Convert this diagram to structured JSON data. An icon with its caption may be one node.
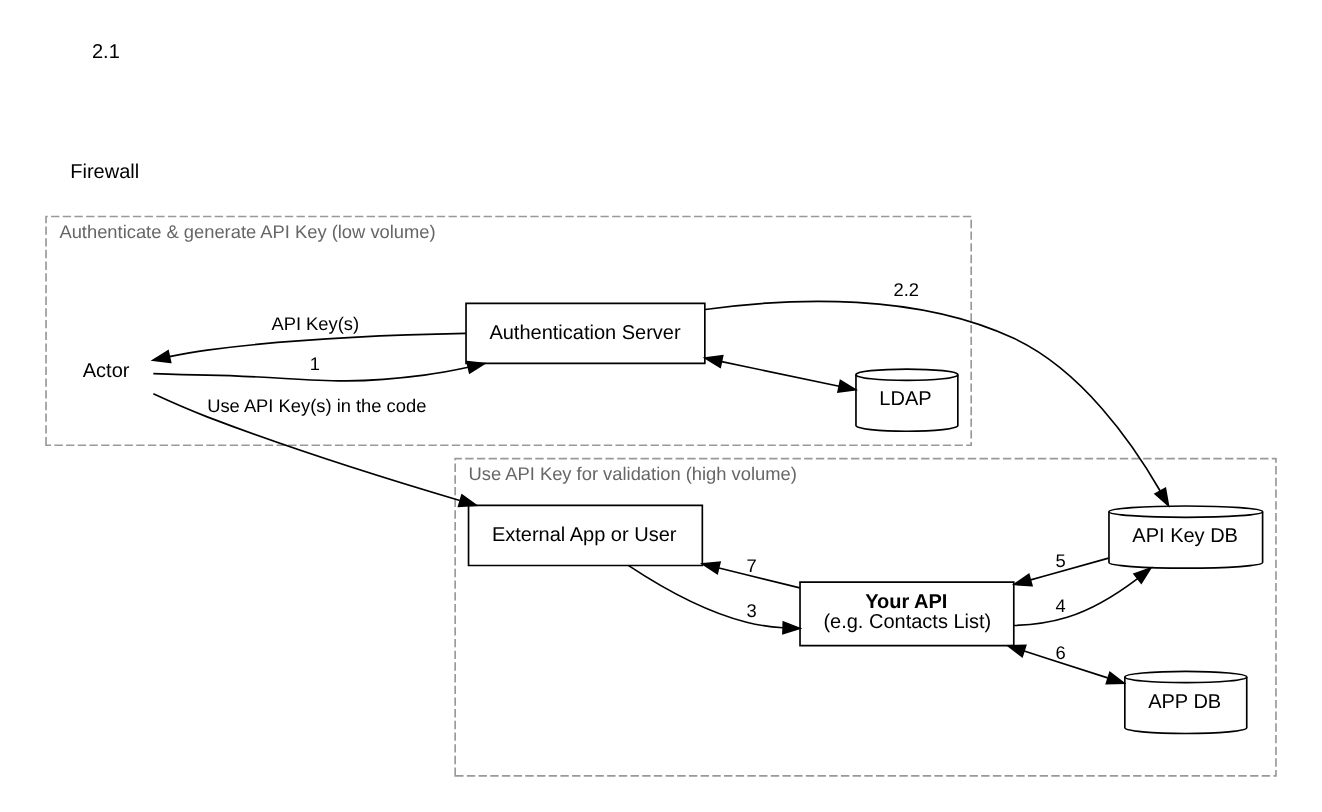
{
  "diagram": {
    "nodes": [
      {
        "text": [
          "Authenticate & generate API Key (low volume)"
        ]
      },
      {
        "text": [
          "Actor"
        ],
        "in": 0
      },
      {
        "text": [
          "Authentication Server"
        ],
        "in": 0
      },
      {
        "text": [
          "LDAP"
        ],
        "in": 0
      },
      {
        "text": [
          "Use API Key for validation (high volume)"
        ]
      },
      {
        "text": [
          "External App or User"
        ],
        "in": 4
      },
      {
        "text": [
          "Your API",
          "(e.g. Contacts List)"
        ],
        "in": 4
      },
      {
        "text": [
          "API Key DB"
        ],
        "in": 4
      },
      {
        "text": [
          "APP DB"
        ],
        "in": 4
      }
    ],
    "edges": [
      {
        "from": 1,
        "to": 2,
        "arrow": "to",
        "label": "1"
      },
      {
        "from": 2,
        "to": 1,
        "arrow": "to",
        "label": "API Key(s)"
      },
      {
        "from": 2,
        "to": 3,
        "arrow": "both"
      },
      {
        "from": 2,
        "to": 7,
        "arrow": "to",
        "label": "2.2"
      },
      {
        "from": 1,
        "to": 5,
        "arrow": "to",
        "label": "Use API Key(s) in the code"
      },
      {
        "from": 5,
        "to": 6,
        "arrow": "to",
        "label": "3"
      },
      {
        "from": 6,
        "to": 7,
        "arrow": "to",
        "label": "4"
      },
      {
        "from": 7,
        "to": 6,
        "arrow": "to",
        "label": "5"
      },
      {
        "from": 6,
        "to": 8,
        "arrow": "both",
        "label": "6"
      },
      {
        "from": 6,
        "to": 5,
        "arrow": "to",
        "label": "7"
      }
    ],
    "labels": [
      "Firewall",
      "2.1"
    ]
  }
}
